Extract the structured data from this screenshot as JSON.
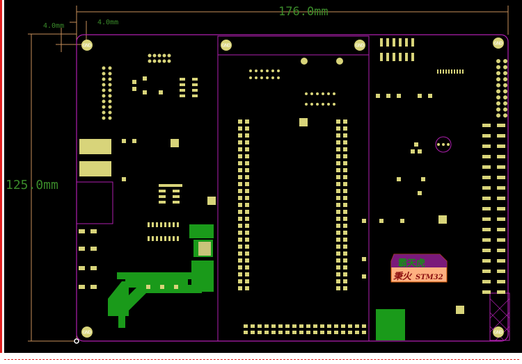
{
  "dimensions": {
    "width": "176.0mm",
    "height": "125.0mm",
    "offset_x": "4.0mm",
    "offset_y": "4.0mm"
  },
  "mounting_hole_label": "GND",
  "logo": {
    "top_text": "霸天虎",
    "bottom_text": "秉火",
    "bottom_model": "STM32"
  },
  "colors": {
    "background": "#000000",
    "outline": "#b01fb0",
    "pad": "#d8d47a",
    "copper": "#1a9a1a",
    "dimension": "#c8905a",
    "dimension_text": "#3a8a2a",
    "frame_red": "#e02020"
  }
}
